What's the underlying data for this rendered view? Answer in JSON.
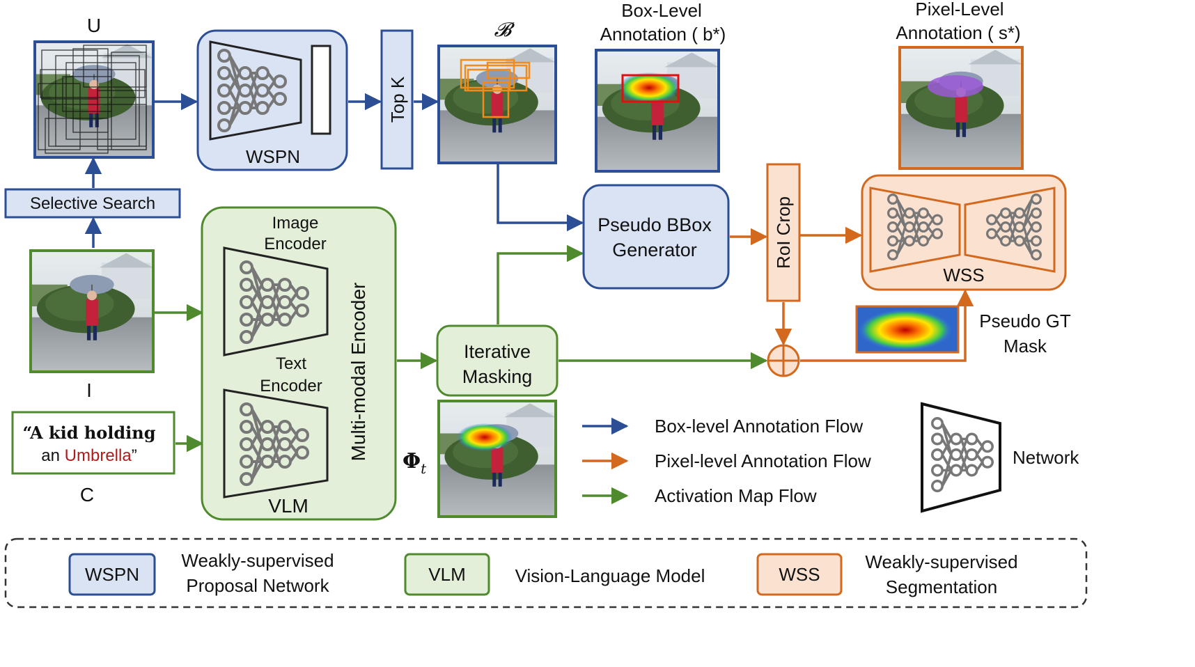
{
  "labels": {
    "u": "U",
    "i": "I",
    "c": "C",
    "b_set": "𝓑",
    "selective_search": "Selective Search",
    "wspn": "WSPN",
    "top_k": "Top K",
    "box_level_title_1": "Box-Level",
    "box_level_title_2": "Annotation ( b*)",
    "pixel_level_title_1": "Pixel-Level",
    "pixel_level_title_2": "Annotation ( s*)",
    "image_encoder_1": "Image",
    "image_encoder_2": "Encoder",
    "text_encoder_1": "Text",
    "text_encoder_2": "Encoder",
    "multimodal_encoder": "Multi-modal Encoder",
    "vlm": "VLM",
    "caption_1": "“A kid holding",
    "caption_2a": "an ",
    "caption_2b": "Umbrella",
    "caption_2c": "”",
    "iterative_1": "Iterative",
    "iterative_2": "Masking",
    "phi": "Φ",
    "phi_sub": "t",
    "pseudo_bbox_1": "Pseudo BBox",
    "pseudo_bbox_2": "Generator",
    "roi_crop": "RoI Crop",
    "wss": "WSS",
    "pseudo_gt_1": "Pseudo GT",
    "pseudo_gt_2": "Mask",
    "network": "Network"
  },
  "legend_flows": [
    {
      "label": "Box-level Annotation Flow",
      "color": "#2b4e94"
    },
    {
      "label": "Pixel-level Annotation Flow",
      "color": "#d2691e"
    },
    {
      "label": "Activation Map Flow",
      "color": "#4f8a2e"
    }
  ],
  "legend_modules": [
    {
      "tag": "WSPN",
      "desc_1": "Weakly-supervised",
      "desc_2": "Proposal Network"
    },
    {
      "tag": "VLM",
      "desc_1": "Vision-Language Model",
      "desc_2": ""
    },
    {
      "tag": "WSS",
      "desc_1": "Weakly-supervised",
      "desc_2": "Segmentation"
    }
  ],
  "colors": {
    "blue": "#2b4e94",
    "blue_fill": "#d9e3f3",
    "green": "#4f8a2e",
    "green_fill": "#e3efd8",
    "orange": "#d2691e",
    "orange_fill": "#fbe1d0",
    "umbrella_red": "#b01c1c"
  }
}
